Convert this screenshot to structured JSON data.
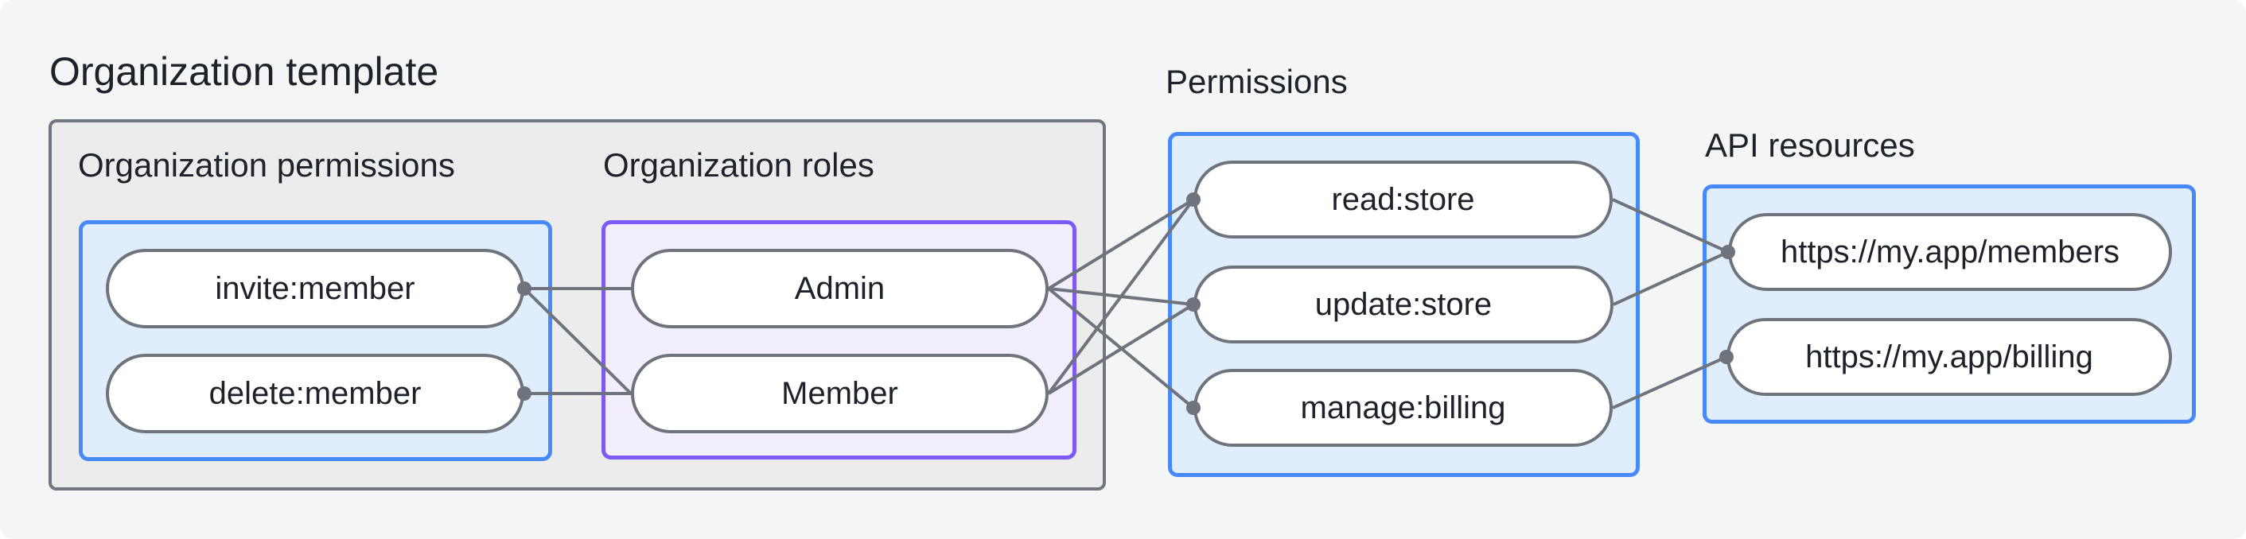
{
  "headings": {
    "org_template": "Organization template",
    "org_permissions": "Organization permissions",
    "org_roles": "Organization roles",
    "permissions": "Permissions",
    "api_resources": "API resources"
  },
  "nodes": {
    "invite_member": {
      "label": "invite:member"
    },
    "delete_member": {
      "label": "delete:member"
    },
    "admin": {
      "label": "Admin"
    },
    "member": {
      "label": "Member"
    },
    "read_store": {
      "label": "read:store"
    },
    "update_store": {
      "label": "update:store"
    },
    "manage_billing": {
      "label": "manage:billing"
    },
    "api_members": {
      "label": "https://my.app/members"
    },
    "api_billing": {
      "label": "https://my.app/billing"
    }
  },
  "edges": [
    {
      "from": "invite:member",
      "to": "Admin"
    },
    {
      "from": "invite:member",
      "to": "Member"
    },
    {
      "from": "delete:member",
      "to": "Member"
    },
    {
      "from": "Admin",
      "to": "read:store"
    },
    {
      "from": "Admin",
      "to": "update:store"
    },
    {
      "from": "Admin",
      "to": "manage:billing"
    },
    {
      "from": "Member",
      "to": "read:store"
    },
    {
      "from": "Member",
      "to": "update:store"
    },
    {
      "from": "read:store",
      "to": "https://my.app/members"
    },
    {
      "from": "update:store",
      "to": "https://my.app/members"
    },
    {
      "from": "manage:billing",
      "to": "https://my.app/billing"
    }
  ],
  "colors": {
    "background": "#f4f6f6",
    "container_fill": "#ececec",
    "container_border": "#707780",
    "blue_border": "#4689f7",
    "blue_fill": "#e0edfd",
    "purple_border": "#7b5af6",
    "purple_fill": "#f3eefc",
    "node_border": "#6e737c",
    "edge": "#6e737c",
    "text": "#1d2129"
  }
}
